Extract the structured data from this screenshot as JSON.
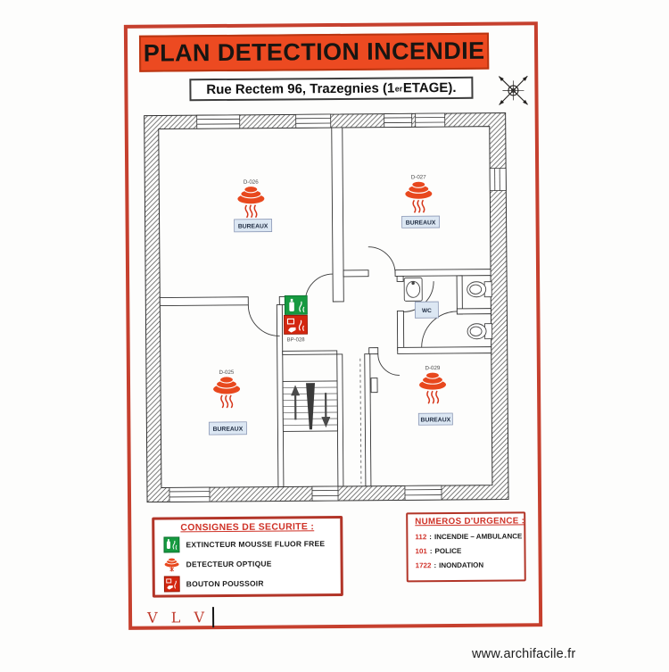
{
  "header": {
    "title": "PLAN DETECTION INCENDIE",
    "address": {
      "prefix": "Rue Rectem 96, Trazegnies (1",
      "sup": "er",
      "suffix": " ETAGE)."
    }
  },
  "floorplan": {
    "rooms": [
      {
        "name": "bureaux-top-left",
        "label": "BUREAUX",
        "detector_id": "D-026"
      },
      {
        "name": "bureaux-top-right",
        "label": "BUREAUX",
        "detector_id": "D-027"
      },
      {
        "name": "bureaux-bottom-left",
        "label": "BUREAUX",
        "detector_id": "D-025"
      },
      {
        "name": "bureaux-bottom-right",
        "label": "BUREAUX",
        "detector_id": "D-029"
      },
      {
        "name": "wc",
        "label": "WC"
      }
    ],
    "call_point_id": "BP-028"
  },
  "safety_legend": {
    "title": "CONSIGNES DE SECURITE :",
    "items": [
      {
        "icon": "extinguisher-icon",
        "label": "EXTINCTEUR MOUSSE FLUOR FREE"
      },
      {
        "icon": "optical-detector-icon",
        "label": "DETECTEUR OPTIQUE"
      },
      {
        "icon": "push-button-icon",
        "label": "BOUTON POUSSOIR"
      }
    ]
  },
  "emergency_numbers": {
    "title": "NUMEROS D'URGENCE :",
    "sep": ":",
    "items": [
      {
        "number": "112",
        "label": "INCENDIE – AMBULANCE"
      },
      {
        "number": "101",
        "label": "POLICE"
      },
      {
        "number": "1722",
        "label": "INONDATION"
      }
    ]
  },
  "footer": {
    "logo": "V L V",
    "watermark": "www.archifacile.fr"
  },
  "colors": {
    "banner": "#ec4a21",
    "frame": "#c6402e",
    "detector": "#e8481e",
    "legend_red": "#cf3227",
    "extinguisher_green": "#169a40",
    "button_red": "#d3260f",
    "room_label_bg": "#dce7f3"
  }
}
